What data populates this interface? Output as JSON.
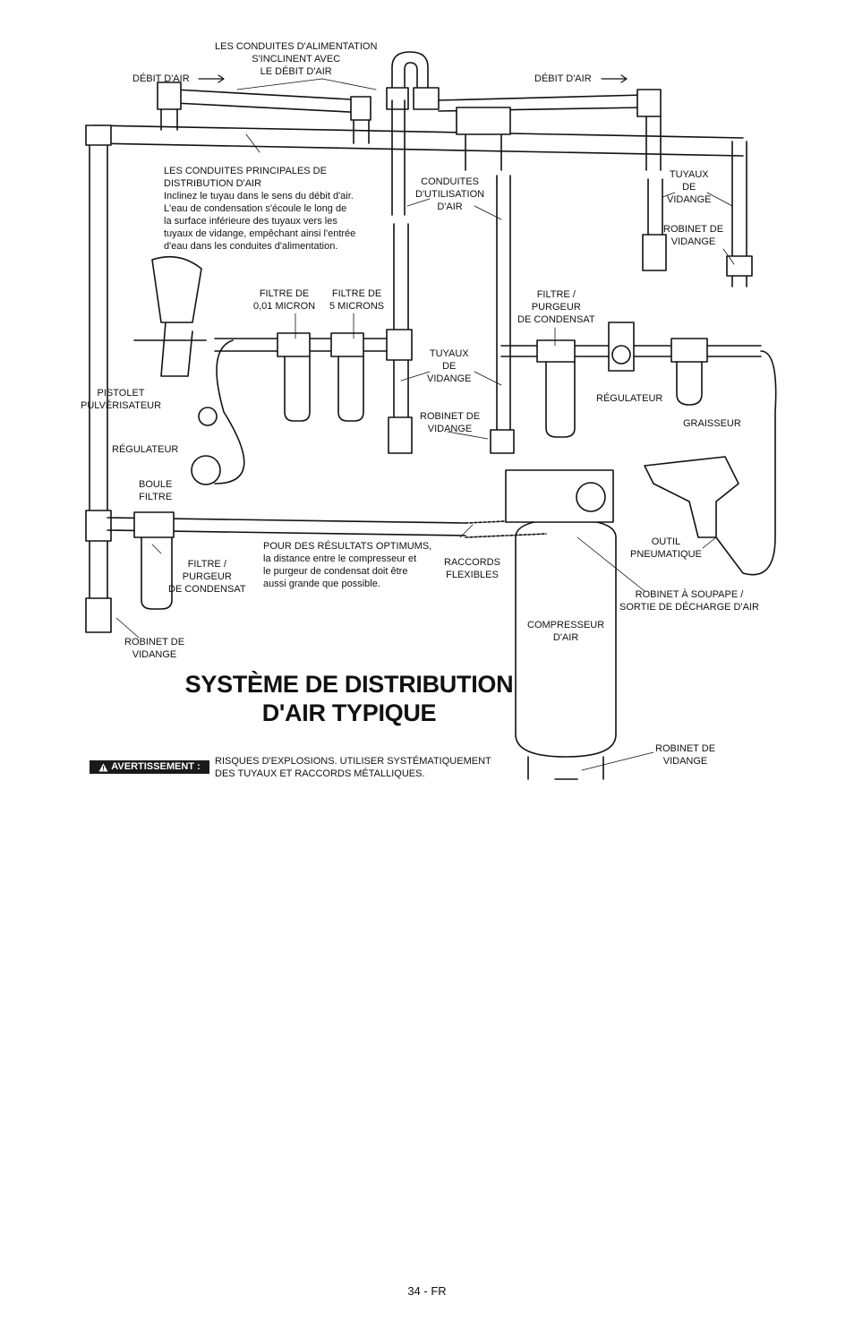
{
  "labels": {
    "feed_lines": [
      "LES CONDUITES D'ALIMENTATION",
      "S'INCLINENT AVEC",
      "LE DÉBIT D'AIR"
    ],
    "air_flow_left": "DÉBIT D'AIR",
    "air_flow_right": "DÉBIT D'AIR",
    "main_lines": [
      "LES CONDUITES PRINCIPALES DE",
      "DISTRIBUTION D'AIR",
      "Inclinez le tuyau dans le sens du débit d'air.",
      "L'eau de condensation s'écoule le long de",
      "la surface inférieure des tuyaux vers les",
      "tuyaux de vidange, empêchant ainsi l'entrée",
      "d'eau dans les conduites d'alimentation."
    ],
    "use_lines": [
      "CONDUITES",
      "D'UTILISATION",
      "D'AIR"
    ],
    "drain_pipes_right": [
      "TUYAUX",
      "DE",
      "VIDANGE"
    ],
    "drain_valve_right": [
      "ROBINET DE",
      "VIDANGE"
    ],
    "filter_001": [
      "FILTRE DE",
      "0,01 MICRON"
    ],
    "filter_5": [
      "FILTRE DE",
      "5 MICRONS"
    ],
    "filter_drain_right": [
      "FILTRE /",
      "PURGEUR",
      "DE CONDENSAT"
    ],
    "drain_pipes_mid": [
      "TUYAUX",
      "DE",
      "VIDANGE"
    ],
    "regulator_right": "RÉGULATEUR",
    "spray_gun": [
      "PISTOLET",
      "PULVÉRISATEUR"
    ],
    "drain_valve_mid": [
      "ROBINET DE",
      "VIDANGE"
    ],
    "lubricator": "GRAISSEUR",
    "regulator_left": "RÉGULATEUR",
    "ball_filter": [
      "BOULE",
      "FILTRE"
    ],
    "optimum": [
      "POUR DES RÉSULTATS OPTIMUMS,",
      "la distance entre le compresseur et",
      "le purgeur de condensat doit être",
      "aussi grande que possible."
    ],
    "flex_fittings": [
      "RACCORDS",
      "FLEXIBLES"
    ],
    "air_tool": [
      "OUTIL",
      "PNEUMATIQUE"
    ],
    "filter_drain_left": [
      "FILTRE /",
      "PURGEUR",
      "DE CONDENSAT"
    ],
    "ball_valve": [
      "ROBINET À SOUPAPE /",
      "SORTIE DE DÉCHARGE D'AIR"
    ],
    "compressor": [
      "COMPRESSEUR",
      "D'AIR"
    ],
    "drain_valve_left": [
      "ROBINET DE",
      "VIDANGE"
    ],
    "drain_valve_tank": [
      "ROBINET DE",
      "VIDANGE"
    ]
  },
  "title_lines": [
    "SYSTÈME DE DISTRIBUTION",
    "D'AIR TYPIQUE"
  ],
  "warning": {
    "badge": "AVERTISSEMENT :",
    "text_lines": [
      "RISQUES D'EXPLOSIONS. UTILISER SYSTÉMATIQUEMENT",
      "DES TUYAUX ET RACCORDS MÉTALLIQUES."
    ]
  },
  "page_number": "34 - FR",
  "icons": [
    "warning-triangle-icon",
    "arrow-right-icon"
  ]
}
